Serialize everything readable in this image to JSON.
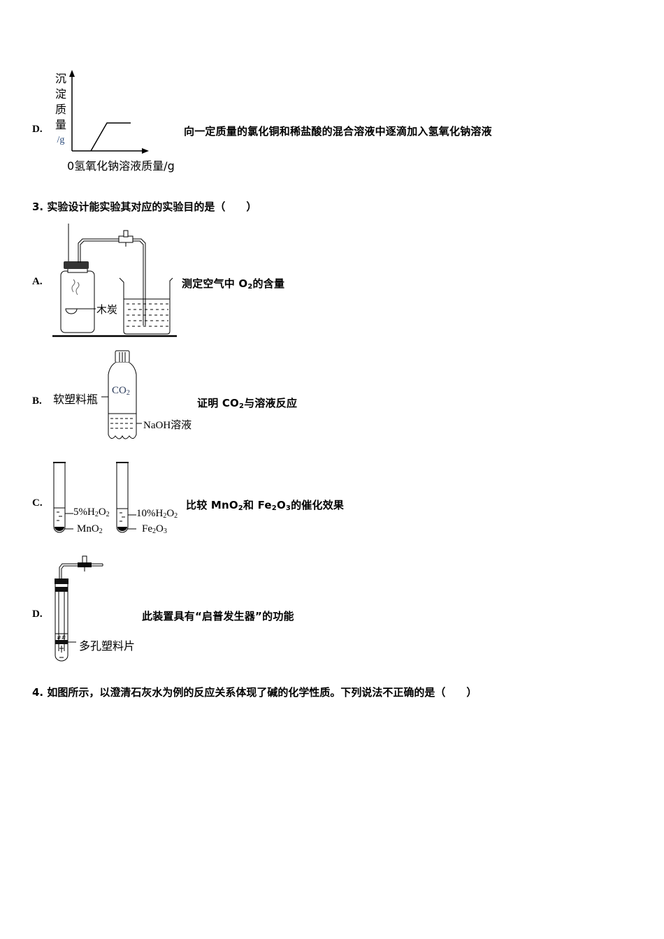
{
  "q2_option_d": {
    "label": "D.",
    "chart_y_axis_chars": [
      "沉",
      "淀",
      "质",
      "量"
    ],
    "chart_y_unit": "/g",
    "chart_x_label": "0氢氧化钠溶液质量/g",
    "statement": "向一定质量的氯化铜和稀盐酸的混合溶液中逐滴加入氢氧化钠溶液"
  },
  "chart_data": {
    "type": "line",
    "title": "",
    "xlabel": "氢氧化钠溶液质量/g",
    "ylabel": "沉淀质量/g",
    "origin_label": "0",
    "points_description": "Zero until some NaOH added, then rises linearly, then plateaus",
    "x": [
      0,
      1,
      2.5,
      3.5
    ],
    "y": [
      0,
      0,
      1,
      1
    ],
    "grid": false
  },
  "q3": {
    "number": "3.",
    "stem": "实验设计能实验其对应的实验目的是（　　）",
    "options": [
      {
        "label": "A.",
        "statement_pre": "测定空气中 O",
        "statement_sub": "2",
        "statement_post": "的含量",
        "diagram_labels": {
          "charcoal": "木炭"
        }
      },
      {
        "label": "B.",
        "statement_pre": "证明 CO",
        "statement_sub": "2",
        "statement_post": "与溶液反应",
        "diagram_labels": {
          "bottle": "软塑料瓶",
          "gas_pre": "CO",
          "gas_sub": "2",
          "solution_pre": "NaOH",
          "solution_post": "溶液"
        }
      },
      {
        "label": "C.",
        "statement_a": "比较 MnO",
        "statement_sub1": "2",
        "statement_b": "和 Fe",
        "statement_sub2": "2",
        "statement_c": "O",
        "statement_sub3": "3",
        "statement_d": "的催化效果",
        "diagram_labels": {
          "tube1_liquid_pre": "5%H",
          "tube1_liquid_sub1": "2",
          "tube1_liquid_mid": "O",
          "tube1_liquid_sub2": "2",
          "tube1_solid_pre": "MnO",
          "tube1_solid_sub": "2",
          "tube2_liquid_pre": "10%H",
          "tube2_liquid_sub1": "2",
          "tube2_liquid_mid": "O",
          "tube2_liquid_sub2": "2",
          "tube2_solid_pre": "Fe",
          "tube2_solid_sub1": "2",
          "tube2_solid_mid": "O",
          "tube2_solid_sub2": "3"
        }
      },
      {
        "label": "D.",
        "statement": "此装置具有“启普发生器”的功能",
        "diagram_labels": {
          "plate": "多孔塑料片"
        }
      }
    ]
  },
  "q4": {
    "number": "4.",
    "stem": "如图所示，以澄清石灰水为例的反应关系体现了碱的化学性质。下列说法不正确的是（　　）"
  }
}
